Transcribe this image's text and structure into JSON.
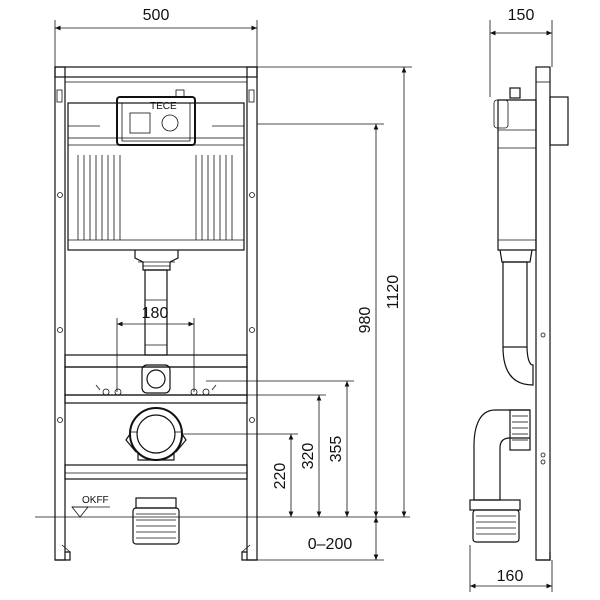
{
  "dimensions": {
    "front_width": "500",
    "side_width_top": "150",
    "side_width_bottom": "160",
    "pipe_spacing": "180",
    "height_total": "1120",
    "height_980": "980",
    "height_355": "355",
    "height_320": "320",
    "height_220": "220",
    "floor_range": "0–200"
  },
  "labels": {
    "floor_level": "OKFF",
    "brand": "TECE"
  }
}
